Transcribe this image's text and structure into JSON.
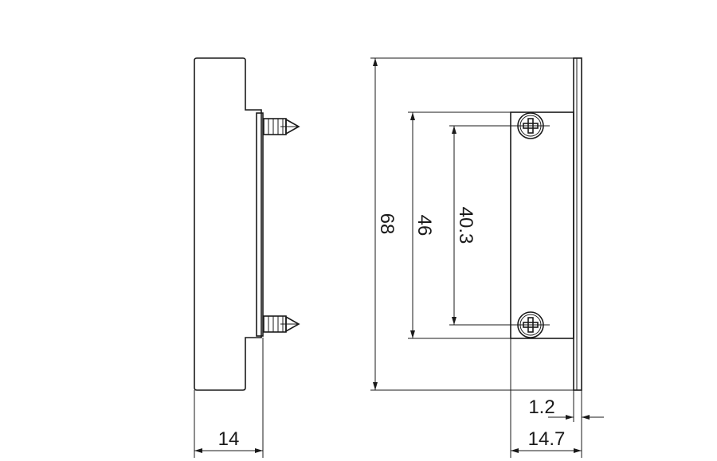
{
  "drawing": {
    "dimensions": {
      "overall_height": "68",
      "plate_height": "46",
      "screw_spacing": "40.3",
      "side_depth": "14",
      "plate_thickness": "1.2",
      "front_depth": "14.7"
    }
  }
}
